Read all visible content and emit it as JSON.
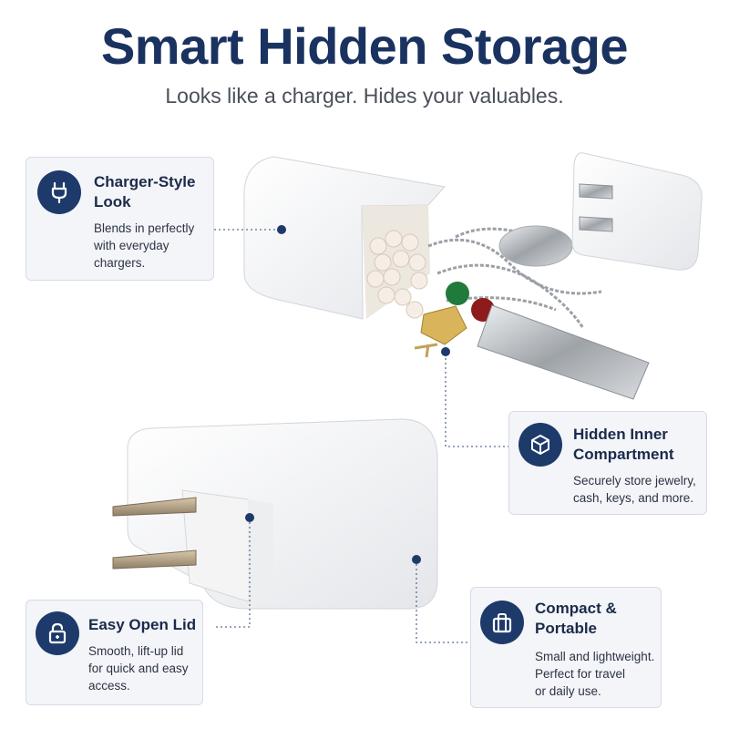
{
  "header": {
    "title": "Smart Hidden Storage",
    "subtitle": "Looks like a charger. Hides your valuables."
  },
  "features": [
    {
      "title": "Charger-Style\nLook",
      "desc": "Blends in perfectly\nwith everyday\nchargers.",
      "icon": "plug-icon"
    },
    {
      "title": "Hidden Inner\nCompartment",
      "desc": "Securely store jewelry,\ncash, keys, and more.",
      "icon": "cube-icon"
    },
    {
      "title": "Easy Open Lid",
      "desc": "Smooth, lift-up lid\nfor quick and easy\naccess.",
      "icon": "lock-icon"
    },
    {
      "title": "Compact &\nPortable",
      "desc": "Small and lightweight.\nPerfect for travel\nor daily use.",
      "icon": "bag-icon"
    }
  ],
  "colors": {
    "accent": "#1e3a6b",
    "title": "#1a3260",
    "card_bg": "#f3f5f9"
  }
}
